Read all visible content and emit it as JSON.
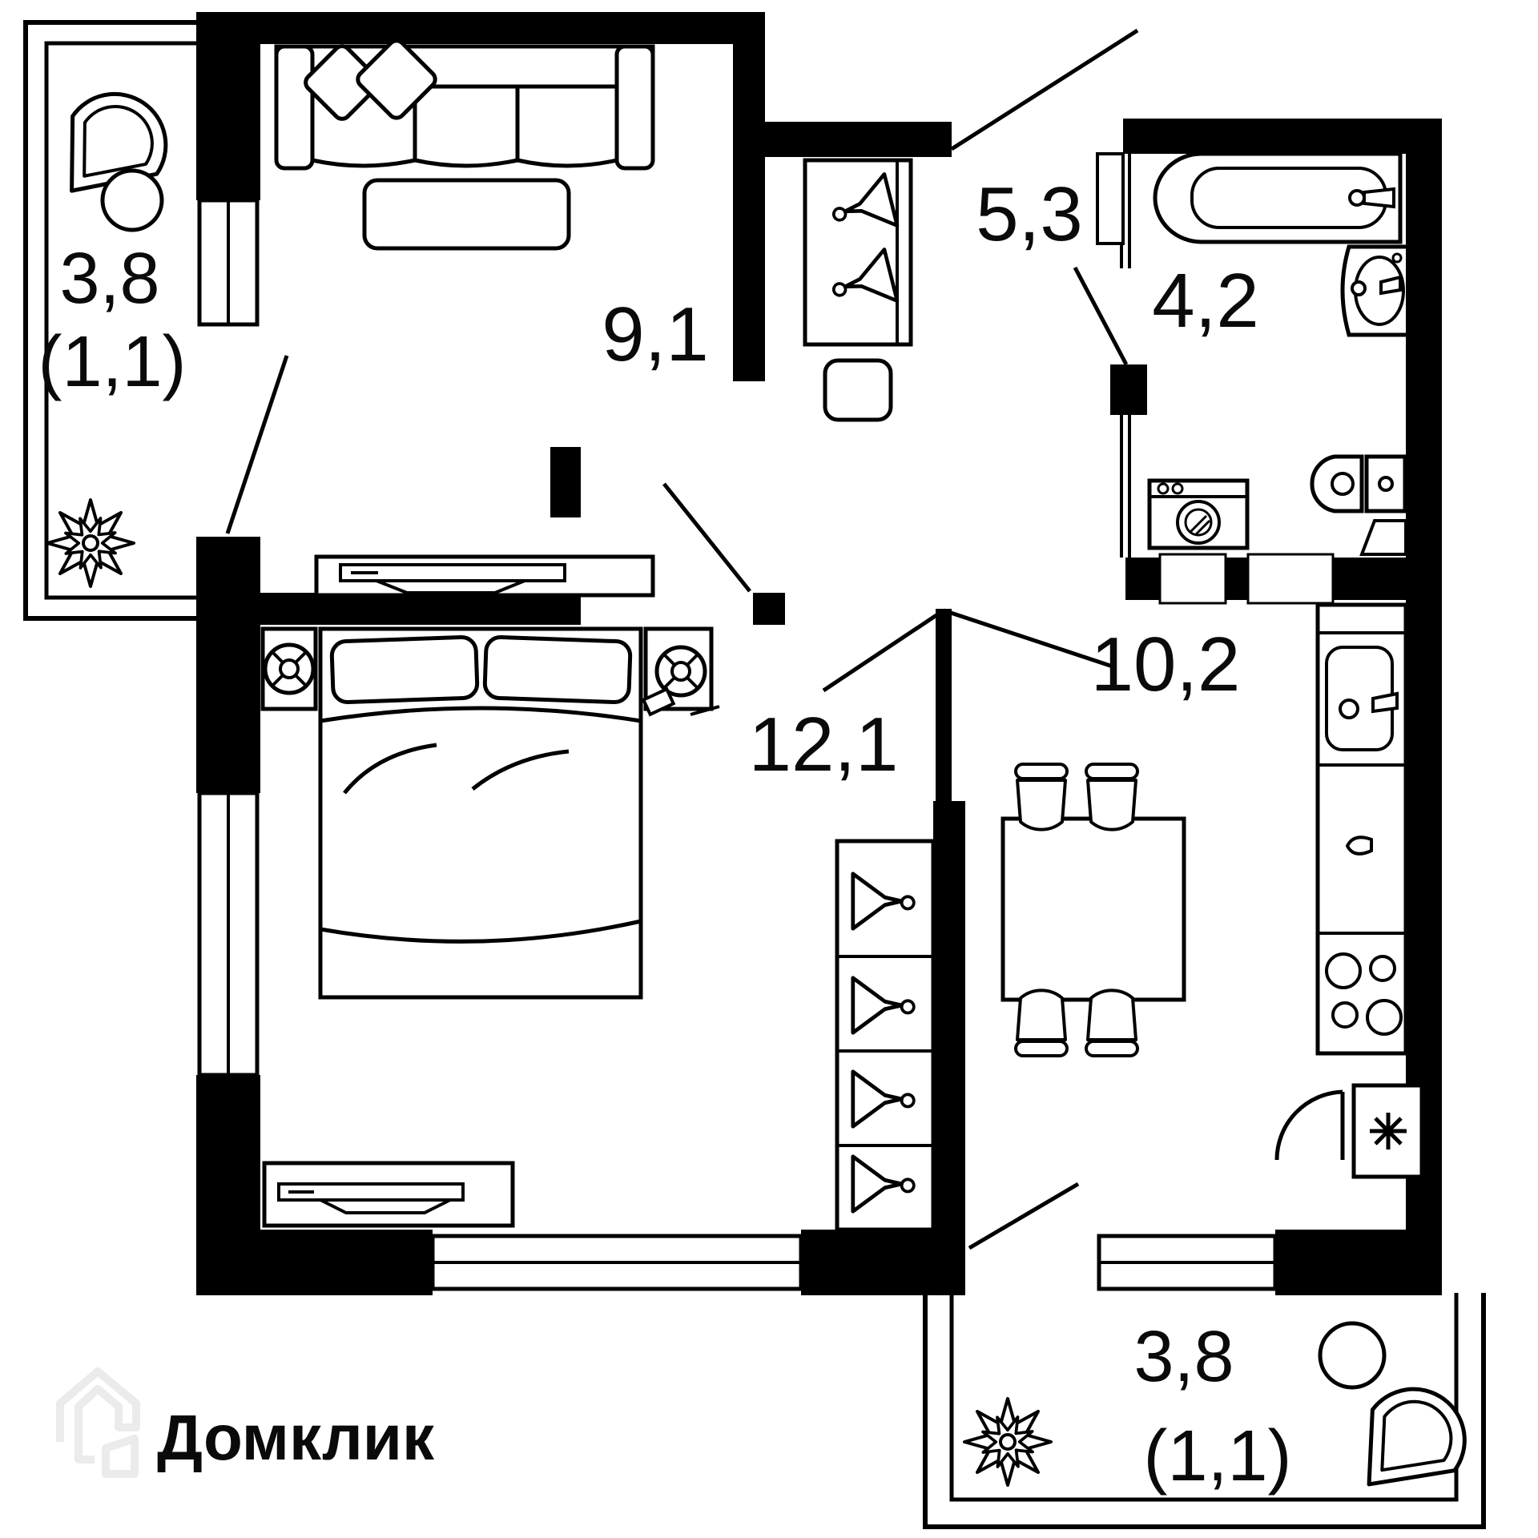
{
  "plan": {
    "type": "apartment-floor-plan",
    "rooms": [
      {
        "id": "balcony-top",
        "kind": "balcony",
        "area": "3,8",
        "area_reduced": "(1,1)"
      },
      {
        "id": "living-room",
        "kind": "room",
        "area": "9,1"
      },
      {
        "id": "hallway",
        "kind": "hall",
        "area": "5,3"
      },
      {
        "id": "bathroom",
        "kind": "bathroom",
        "area": "4,2"
      },
      {
        "id": "bedroom",
        "kind": "room",
        "area": "12,1"
      },
      {
        "id": "kitchen",
        "kind": "kitchen",
        "area": "10,2"
      },
      {
        "id": "balcony-bottom",
        "kind": "balcony",
        "area": "3,8",
        "area_reduced": "(1,1)"
      }
    ],
    "watermark": {
      "text": "Домклик",
      "icon": "house-logo-icon"
    },
    "colors": {
      "walls": "#000000",
      "background": "#ffffff",
      "lines": "#000000",
      "watermark": "#ebebeb"
    },
    "furniture_icons": [
      "sofa-icon",
      "pillow-icon",
      "coffee-table-icon",
      "tv-stand-icon",
      "bed-icon",
      "nightstand-lamp-icon",
      "wardrobe-hanger-icon",
      "shoe-cabinet-icon",
      "dining-table-icon",
      "chair-icon",
      "kitchen-sink-icon",
      "cooktop-icon",
      "fridge-icon",
      "bathtub-icon",
      "wash-basin-icon",
      "toilet-icon",
      "washing-machine-icon",
      "armchair-icon",
      "round-table-icon",
      "plant-icon",
      "door-leaf-icon",
      "window-icon"
    ]
  }
}
